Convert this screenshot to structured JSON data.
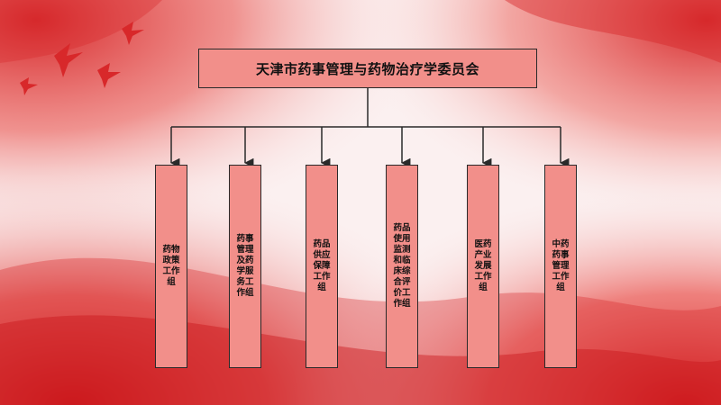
{
  "org_chart": {
    "root": {
      "label": "天津市药事管理与药物治疗学委员会"
    },
    "children": [
      {
        "label": "药物政策工作组"
      },
      {
        "label": "药事管理及药学服务工作组"
      },
      {
        "label": "药品供应保障工作组"
      },
      {
        "label": "药品使用监测和临床综合评价工作组"
      },
      {
        "label": "医药产业发展工作组"
      },
      {
        "label": "中药药事管理工作组"
      }
    ]
  },
  "colors": {
    "box_fill": "#f28f8a",
    "box_border": "#2a2a2a",
    "accent_red": "#d8282a"
  }
}
